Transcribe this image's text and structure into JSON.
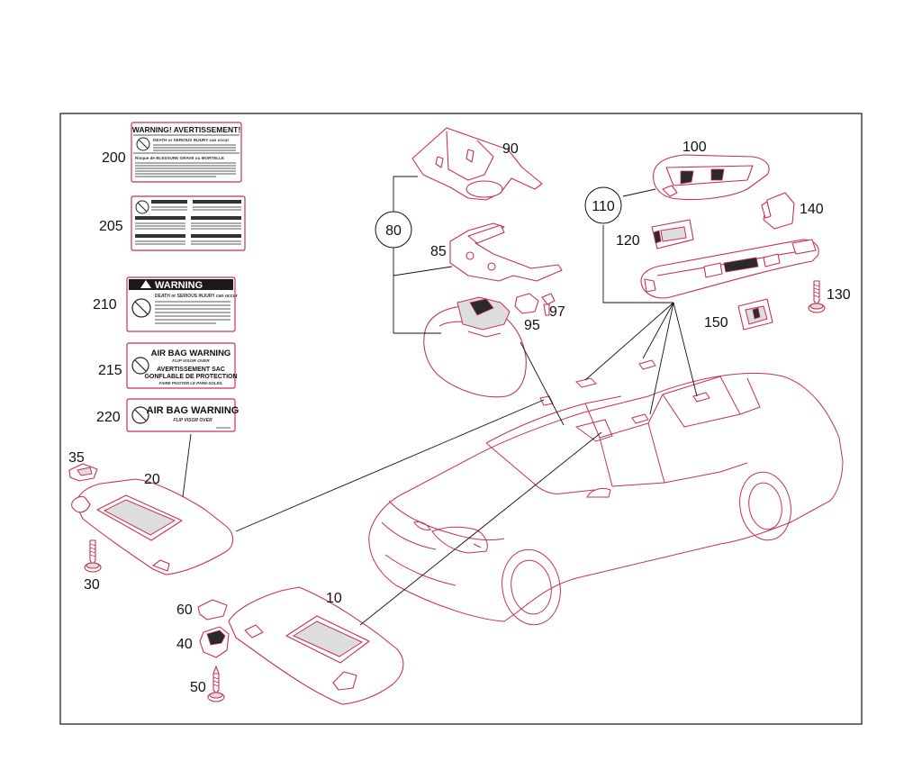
{
  "callouts": {
    "c10": "10",
    "c20": "20",
    "c30": "30",
    "c35": "35",
    "c40": "40",
    "c50": "50",
    "c60": "60",
    "c80": "80",
    "c85": "85",
    "c90": "90",
    "c95": "95",
    "c97": "97",
    "c100": "100",
    "c110": "110",
    "c120": "120",
    "c130": "130",
    "c140": "140",
    "c150": "150",
    "c200": "200",
    "c205": "205",
    "c210": "210",
    "c215": "215",
    "c220": "220"
  },
  "labels": {
    "l200_title": "WARNING! AVERTISSEMENT!",
    "l200_line1": "DEATH or SERIOUS INJURY can occur",
    "l200_line2": "Risque de BLESSURE GRAVE ou MORTELLE",
    "l210_title": "WARNING",
    "l210_line1": "DEATH or SERIOUS INJURY can occur",
    "l215_line1": "AIR BAG WARNING",
    "l215_line2": "FLIP VISOR OVER",
    "l215_line3": "AVERTISSEMENT SAC",
    "l215_line4": "GONFLABLE DE PROTECTION",
    "l215_line5": "FAIRE PIVOTER LE PARE-SOLEIL",
    "l220_line1": "AIR BAG WARNING",
    "l220_line2": "FLIP VISOR OVER"
  },
  "colors": {
    "line": "#c8324f",
    "text": "#111111"
  }
}
